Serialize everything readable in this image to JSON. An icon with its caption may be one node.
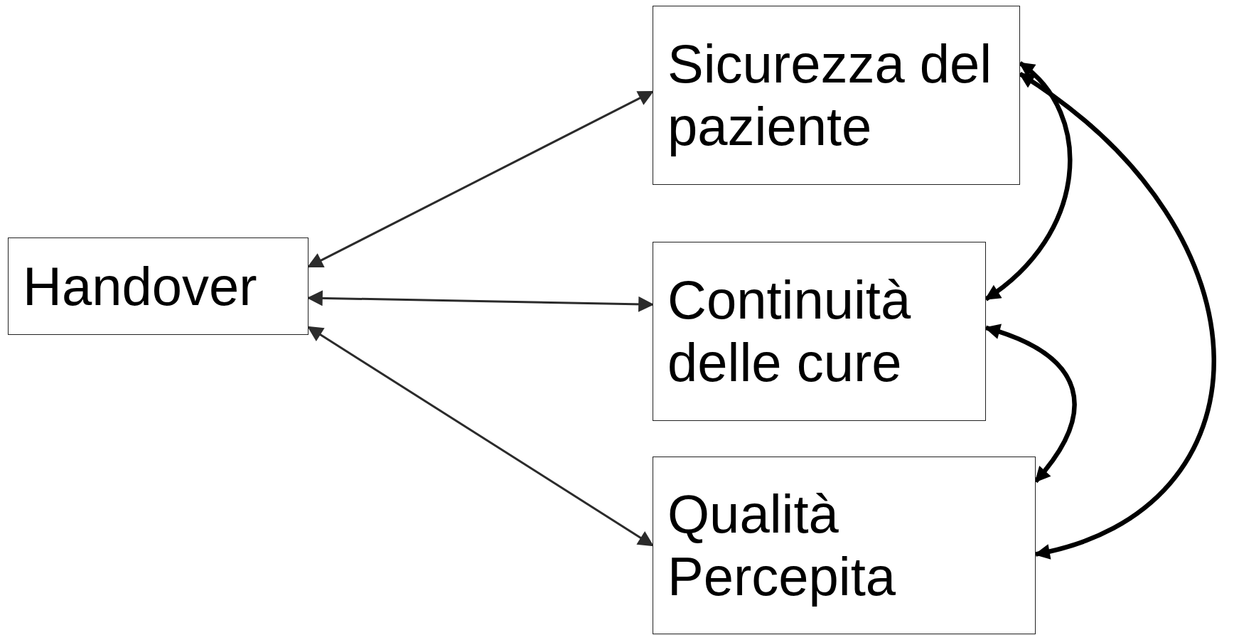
{
  "diagram": {
    "nodes": [
      {
        "text": [
          "Handover"
        ]
      },
      {
        "text": [
          "Sicurezza del paziente"
        ]
      },
      {
        "text": [
          "Continuità delle cure"
        ]
      },
      {
        "text": [
          "Qualità Percepita"
        ]
      }
    ],
    "edges": [
      {
        "from": 0,
        "to": 1,
        "arrow": "both"
      },
      {
        "from": 0,
        "to": 2,
        "arrow": "both"
      },
      {
        "from": 0,
        "to": 3,
        "arrow": "both"
      },
      {
        "from": 1,
        "to": 2,
        "arrow": "both",
        "style": "thick",
        "color": "#000000"
      },
      {
        "from": 2,
        "to": 3,
        "arrow": "both",
        "style": "thick",
        "color": "#000000"
      },
      {
        "from": 1,
        "to": 3,
        "arrow": "both",
        "style": "thick",
        "color": "#000000"
      }
    ]
  }
}
